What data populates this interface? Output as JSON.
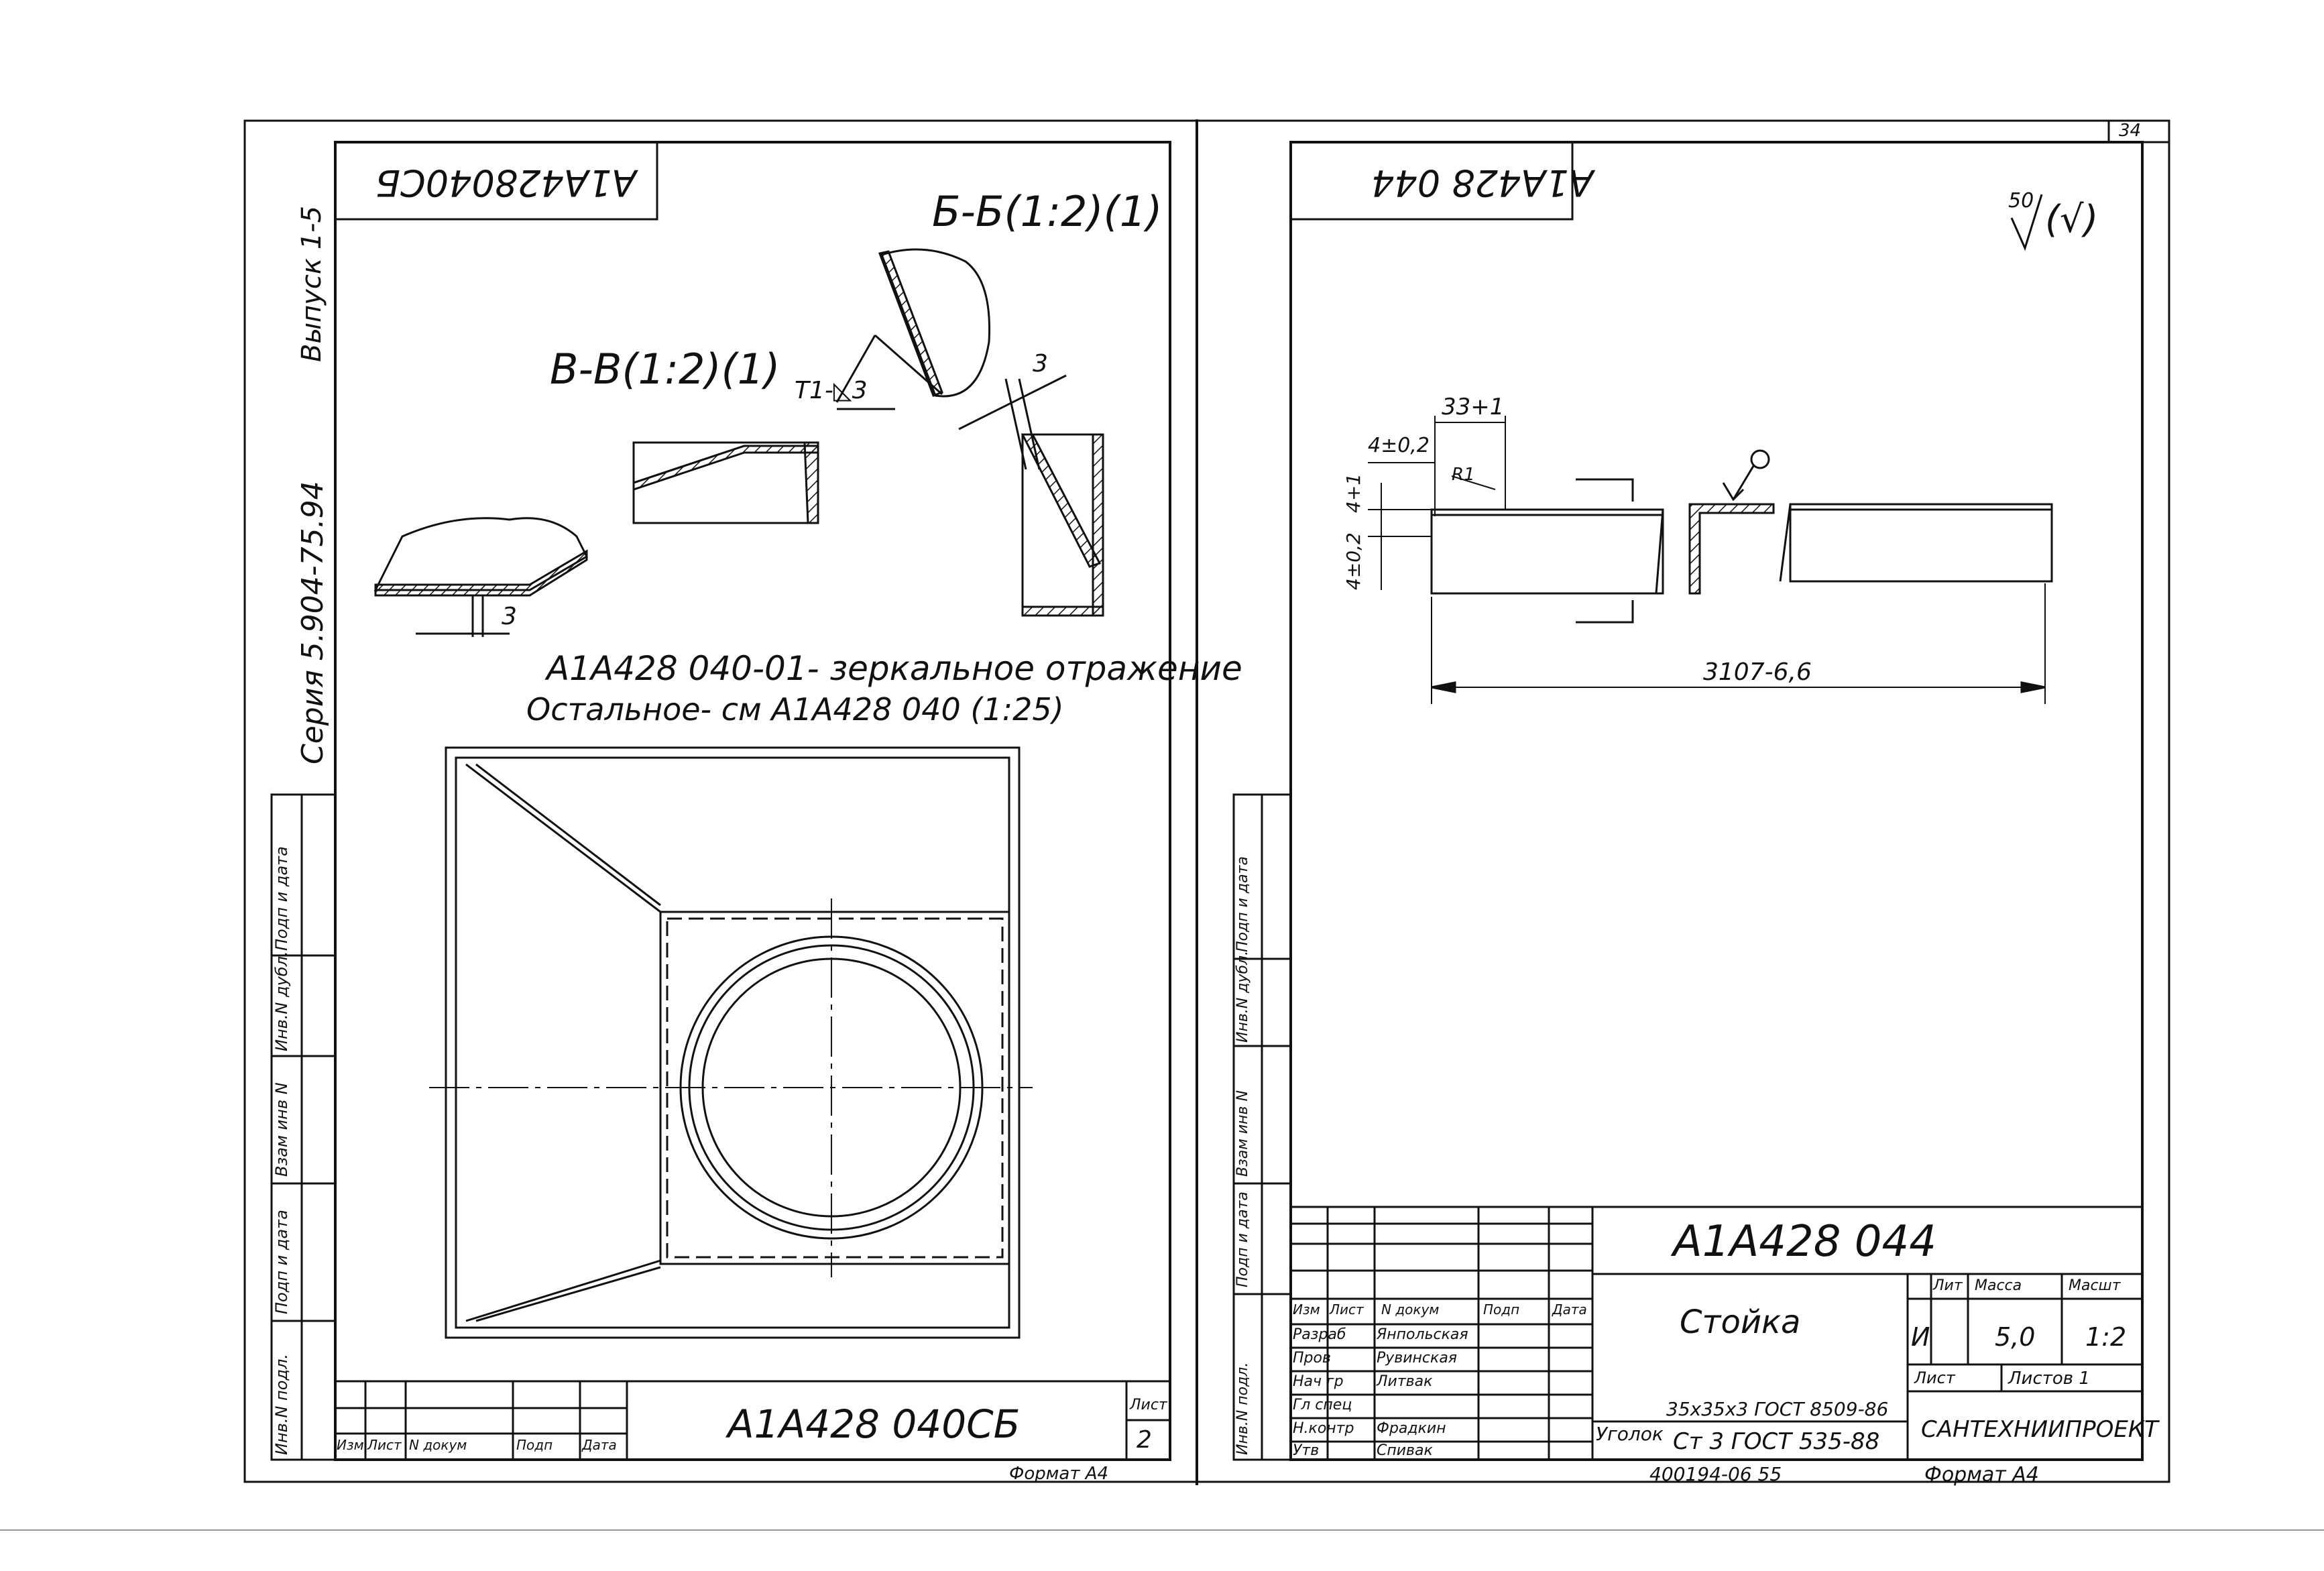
{
  "corner_number": "34",
  "left_sheet": {
    "stamp_code_mirrored": "А1А428040СБ",
    "series": "Серия  5.904-75.94",
    "issue": "Выпуск 1-5",
    "section_b": "Б-Б(1:2)(1)",
    "section_v": "В-В(1:2)(1)",
    "weld_note": "Т1-◺3",
    "dim_3a": "3",
    "dim_3b": "3",
    "note_line1": "А1А428 040-01- зеркальное отражение",
    "note_line2": "Остальное- см  А1А428 040  (1:25)",
    "side_labels": [
      "Инв.N подл.",
      "Подп и дата",
      "Взам инв N",
      "Инв.N дубл.",
      "Подп и дата"
    ],
    "title_block": {
      "headers": [
        "Изм",
        "Лист",
        "N докум",
        "Подп",
        "Дата"
      ],
      "code": "А1А428 040СБ",
      "sheet_label": "Лист",
      "sheet_num": "2"
    },
    "format": "Формат А4"
  },
  "right_sheet": {
    "stamp_code_mirrored": "А1А428 044",
    "roughness_value": "50",
    "roughness_note": "(√)",
    "dims": {
      "d33": "33+1",
      "d4a": "4±0,2",
      "r1": "R1",
      "d4b": "4+1",
      "d4c": "4±0,2",
      "length": "3107-6,6"
    },
    "side_labels": [
      "Инв.N подл.",
      "Подп и дата",
      "Взам инв N",
      "Инв.N дубл.",
      "Подп и дата"
    ],
    "title_block": {
      "code": "А1А428 044",
      "name": "Стойка",
      "headers": [
        "Изм",
        "Лист",
        "N докум",
        "Подп",
        "Дата"
      ],
      "roles": [
        {
          "role": "Разраб",
          "name": "Янпольская"
        },
        {
          "role": "Пров",
          "name": "Рувинская"
        },
        {
          "role": "Нач гр",
          "name": "Литвак"
        },
        {
          "role": "Гл спец",
          "name": ""
        },
        {
          "role": "Н.контр",
          "name": "Фрадкин"
        },
        {
          "role": "Утв",
          "name": "Спивак"
        }
      ],
      "lit_header": "Лит",
      "mass_header": "Масса",
      "scale_header": "Масшт",
      "lit": "И",
      "mass": "5,0",
      "scale": "1:2",
      "sheet_label": "Лист",
      "sheets_label": "Листов 1",
      "material_prefix": "Уголок",
      "material_top": "35х35х3 ГОСТ 8509-86",
      "material_bottom": "Ст 3 ГОСТ 535-88",
      "org": "САНТЕХНИИПРОЕКТ"
    },
    "bottom_code": "400194-06     55",
    "format": "Формат А4"
  }
}
